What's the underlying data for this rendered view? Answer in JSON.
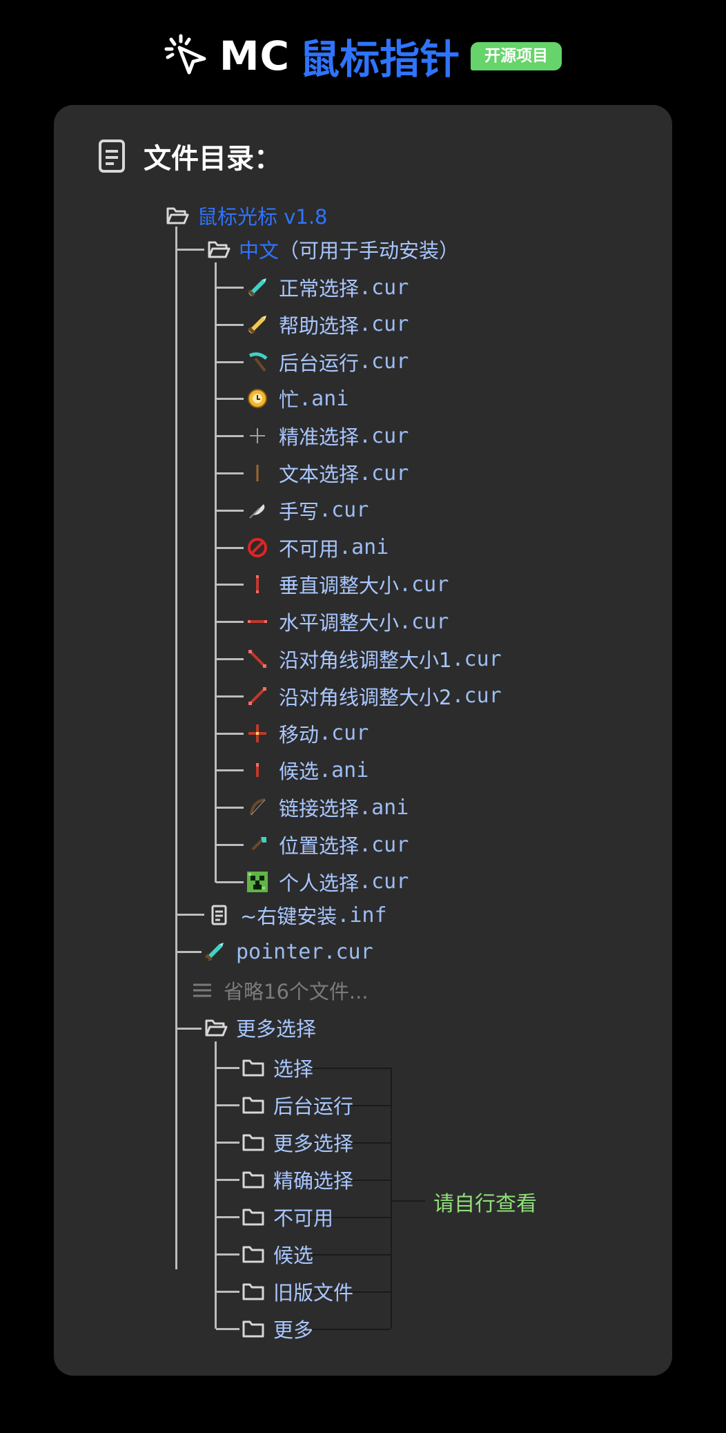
{
  "header": {
    "logo_icon": "cursor-click-icon",
    "title_mc": "MC",
    "title_cn": "鼠标指针",
    "badge": "开源项目",
    "accent_color": "#2f74ff",
    "badge_color": "#66d46a"
  },
  "card": {
    "title_icon": "document-icon",
    "title": "文件目录："
  },
  "tree": {
    "root": {
      "icon": "folder-open-icon",
      "label": "鼠标光标 v1.8"
    },
    "zh_folder": {
      "icon": "folder-open-icon",
      "label": "中文",
      "suffix": "（可用于手动安装）"
    },
    "zh_files": [
      {
        "icon": "diamond-sword-icon",
        "name": "正常选择",
        "ext": ".cur"
      },
      {
        "icon": "golden-sword-icon",
        "name": "帮助选择",
        "ext": ".cur"
      },
      {
        "icon": "diamond-pickaxe-icon",
        "name": "后台运行",
        "ext": ".cur"
      },
      {
        "icon": "clock-icon",
        "name": "忙",
        "ext": ".ani"
      },
      {
        "icon": "crosshair-icon",
        "name": "精准选择",
        "ext": ".cur"
      },
      {
        "icon": "text-beam-icon",
        "name": "文本选择",
        "ext": ".cur"
      },
      {
        "icon": "feather-icon",
        "name": "手写",
        "ext": ".cur"
      },
      {
        "icon": "no-entry-icon",
        "name": "不可用",
        "ext": ".ani"
      },
      {
        "icon": "vertical-resize-icon",
        "name": "垂直调整大小",
        "ext": ".cur"
      },
      {
        "icon": "horizontal-resize-icon",
        "name": "水平调整大小",
        "ext": ".cur"
      },
      {
        "icon": "diagonal-resize-1-icon",
        "name": "沿对角线调整大小1",
        "ext": ".cur"
      },
      {
        "icon": "diagonal-resize-2-icon",
        "name": "沿对角线调整大小2",
        "ext": ".cur"
      },
      {
        "icon": "move-icon",
        "name": "移动",
        "ext": ".cur"
      },
      {
        "icon": "alternate-select-icon",
        "name": "候选",
        "ext": ".ani"
      },
      {
        "icon": "bow-icon",
        "name": "链接选择",
        "ext": ".ani"
      },
      {
        "icon": "shovel-icon",
        "name": "位置选择",
        "ext": ".cur"
      },
      {
        "icon": "creeper-icon",
        "name": "个人选择",
        "ext": ".cur"
      }
    ],
    "inf_file": {
      "icon": "document-icon",
      "name": "~右键安装",
      "ext": ".inf"
    },
    "pointer_file": {
      "icon": "diamond-sword-icon",
      "name": "pointer",
      "ext": ".cur"
    },
    "omitted": {
      "icon": "list-icon",
      "label": "省略16个文件..."
    },
    "more_folder": {
      "icon": "folder-open-icon",
      "label": "更多选择"
    },
    "more_items": [
      {
        "icon": "folder-icon",
        "label": "选择"
      },
      {
        "icon": "folder-icon",
        "label": "后台运行"
      },
      {
        "icon": "folder-icon",
        "label": "更多选择"
      },
      {
        "icon": "folder-icon",
        "label": "精确选择"
      },
      {
        "icon": "folder-icon",
        "label": "不可用"
      },
      {
        "icon": "folder-icon",
        "label": "候选"
      },
      {
        "icon": "folder-icon",
        "label": "旧版文件"
      },
      {
        "icon": "folder-icon",
        "label": "更多"
      }
    ],
    "note": "请自行查看",
    "note_color": "#8fe07a"
  }
}
